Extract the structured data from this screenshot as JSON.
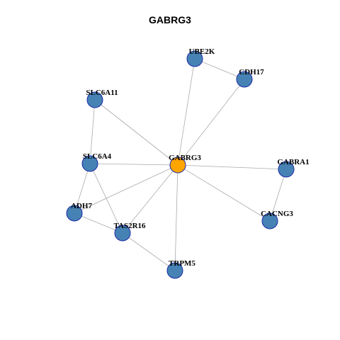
{
  "title": "GABRG3",
  "colors": {
    "center_node_fill": "#ffa500",
    "node_fill": "#4682b4",
    "node_stroke": "#1c2aa8",
    "edge": "#aaaaaa"
  },
  "nodes": [
    {
      "id": "GABRG3",
      "label": "GABRG3",
      "center": true
    },
    {
      "id": "UBE2K",
      "label": "UBE2K"
    },
    {
      "id": "CDH17",
      "label": "CDH17"
    },
    {
      "id": "SLC6A11",
      "label": "SLC6A11"
    },
    {
      "id": "SLC6A4",
      "label": "SLC6A4"
    },
    {
      "id": "GABRA1",
      "label": "GABRA1"
    },
    {
      "id": "ADH7",
      "label": "ADH7"
    },
    {
      "id": "TAS2R16",
      "label": "TAS2R16"
    },
    {
      "id": "CACNG3",
      "label": "CACNG3"
    },
    {
      "id": "TRPM5",
      "label": "TRPM5"
    }
  ],
  "edges": [
    [
      "GABRG3",
      "UBE2K"
    ],
    [
      "GABRG3",
      "CDH17"
    ],
    [
      "UBE2K",
      "CDH17"
    ],
    [
      "GABRG3",
      "SLC6A11"
    ],
    [
      "SLC6A11",
      "SLC6A4"
    ],
    [
      "GABRG3",
      "SLC6A4"
    ],
    [
      "GABRG3",
      "GABRA1"
    ],
    [
      "GABRA1",
      "CACNG3"
    ],
    [
      "GABRG3",
      "CACNG3"
    ],
    [
      "GABRG3",
      "ADH7"
    ],
    [
      "SLC6A4",
      "ADH7"
    ],
    [
      "SLC6A4",
      "TAS2R16"
    ],
    [
      "ADH7",
      "TAS2R16"
    ],
    [
      "GABRG3",
      "TAS2R16"
    ],
    [
      "TAS2R16",
      "TRPM5"
    ],
    [
      "GABRG3",
      "TRPM5"
    ]
  ]
}
